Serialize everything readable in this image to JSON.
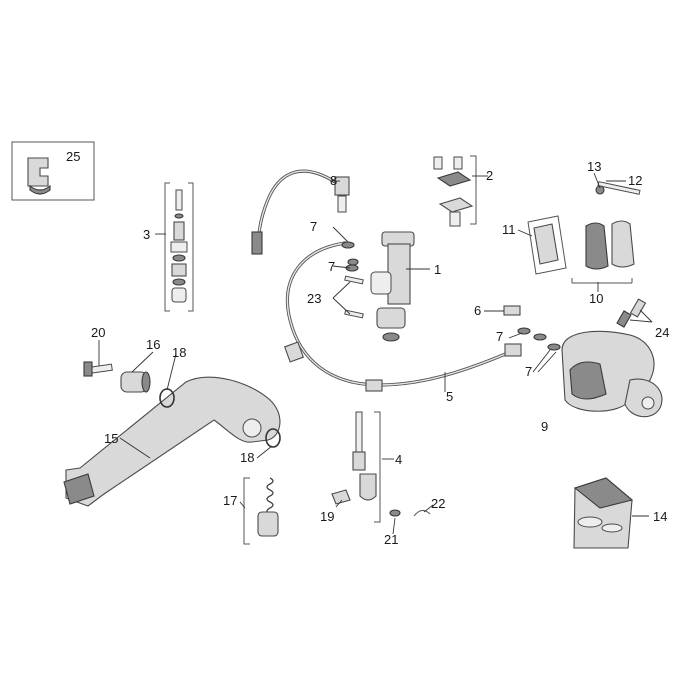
{
  "callouts": {
    "c1": "1",
    "c2": "2",
    "c3": "3",
    "c4": "4",
    "c5": "5",
    "c6": "6",
    "c7a": "7",
    "c7b": "7",
    "c7c": "7",
    "c7d": "7",
    "c8": "8",
    "c9": "9",
    "c10": "10",
    "c11": "11",
    "c12": "12",
    "c13": "13",
    "c14": "14",
    "c15": "15",
    "c16": "16",
    "c17": "17",
    "c18a": "18",
    "c18b": "18",
    "c19": "19",
    "c20": "20",
    "c21": "21",
    "c22": "22",
    "c23": "23",
    "c24": "24",
    "c25": "25"
  },
  "colors": {
    "ink": "#333333",
    "part_fill": "#d9d9d9",
    "shadow": "#8a8a8a",
    "hose": "#555555"
  }
}
